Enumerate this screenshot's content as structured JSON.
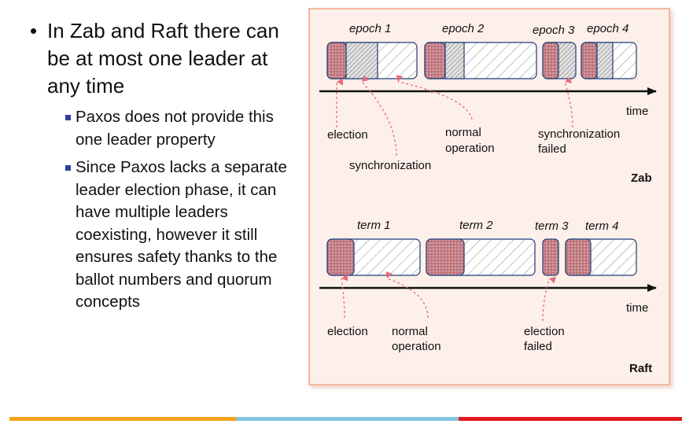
{
  "slide": {
    "bullet": "In Zab and Raft there can be at most one leader at any time",
    "sub_bullets": [
      "Paxos does not provide this one leader property",
      "Since Paxos lacks a separate leader election phase, it can have multiple leaders coexisting, however it still ensures safety thanks to the ballot numbers and quorum concepts"
    ]
  },
  "zab": {
    "name": "Zab",
    "epochs": [
      "epoch 1",
      "epoch 2",
      "epoch 3",
      "epoch 4"
    ],
    "axis_label": "time",
    "annotations": {
      "election": "election",
      "synchronization": "synchronization",
      "normal_op_1": "normal",
      "normal_op_2": "operation",
      "sync_failed_1": "synchronization",
      "sync_failed_2": "failed"
    }
  },
  "raft": {
    "name": "Raft",
    "terms": [
      "term 1",
      "term 2",
      "term 3",
      "term 4"
    ],
    "axis_label": "time",
    "annotations": {
      "election": "election",
      "normal_op_1": "normal",
      "normal_op_2": "operation",
      "election_failed_1": "election",
      "election_failed_2": "failed"
    }
  },
  "colors": {
    "election": "#c9828a",
    "sync": "#c0c0c0",
    "normal": "#ffffff",
    "axis": "#111111",
    "annotation_line": "#e86b7a",
    "frame_bg": "#fdf0ea",
    "frame_border": "#f4b8a0"
  }
}
